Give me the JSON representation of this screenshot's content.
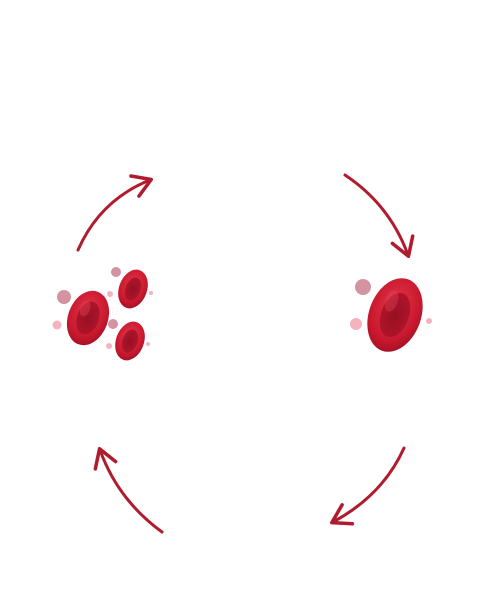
{
  "diagram": {
    "type": "cycle",
    "colors": {
      "arrow": "#b01c2e",
      "cell_dark": "#9e1024",
      "cell_mid": "#c8182e",
      "cell_light": "#e03048",
      "cell_inner": "#a80f23",
      "particle": "#f2a6b4",
      "particle_dark": "#c8788a"
    },
    "clusters": [
      {
        "id": "cluster-left",
        "cells": 3,
        "particles": 7
      },
      {
        "id": "cluster-right",
        "cells": 1,
        "particles": 3
      }
    ],
    "arrows": [
      {
        "id": "arrow-top-left",
        "direction": "clockwise"
      },
      {
        "id": "arrow-top-right",
        "direction": "clockwise"
      },
      {
        "id": "arrow-bottom-right",
        "direction": "clockwise"
      },
      {
        "id": "arrow-bottom-left",
        "direction": "clockwise"
      }
    ]
  }
}
